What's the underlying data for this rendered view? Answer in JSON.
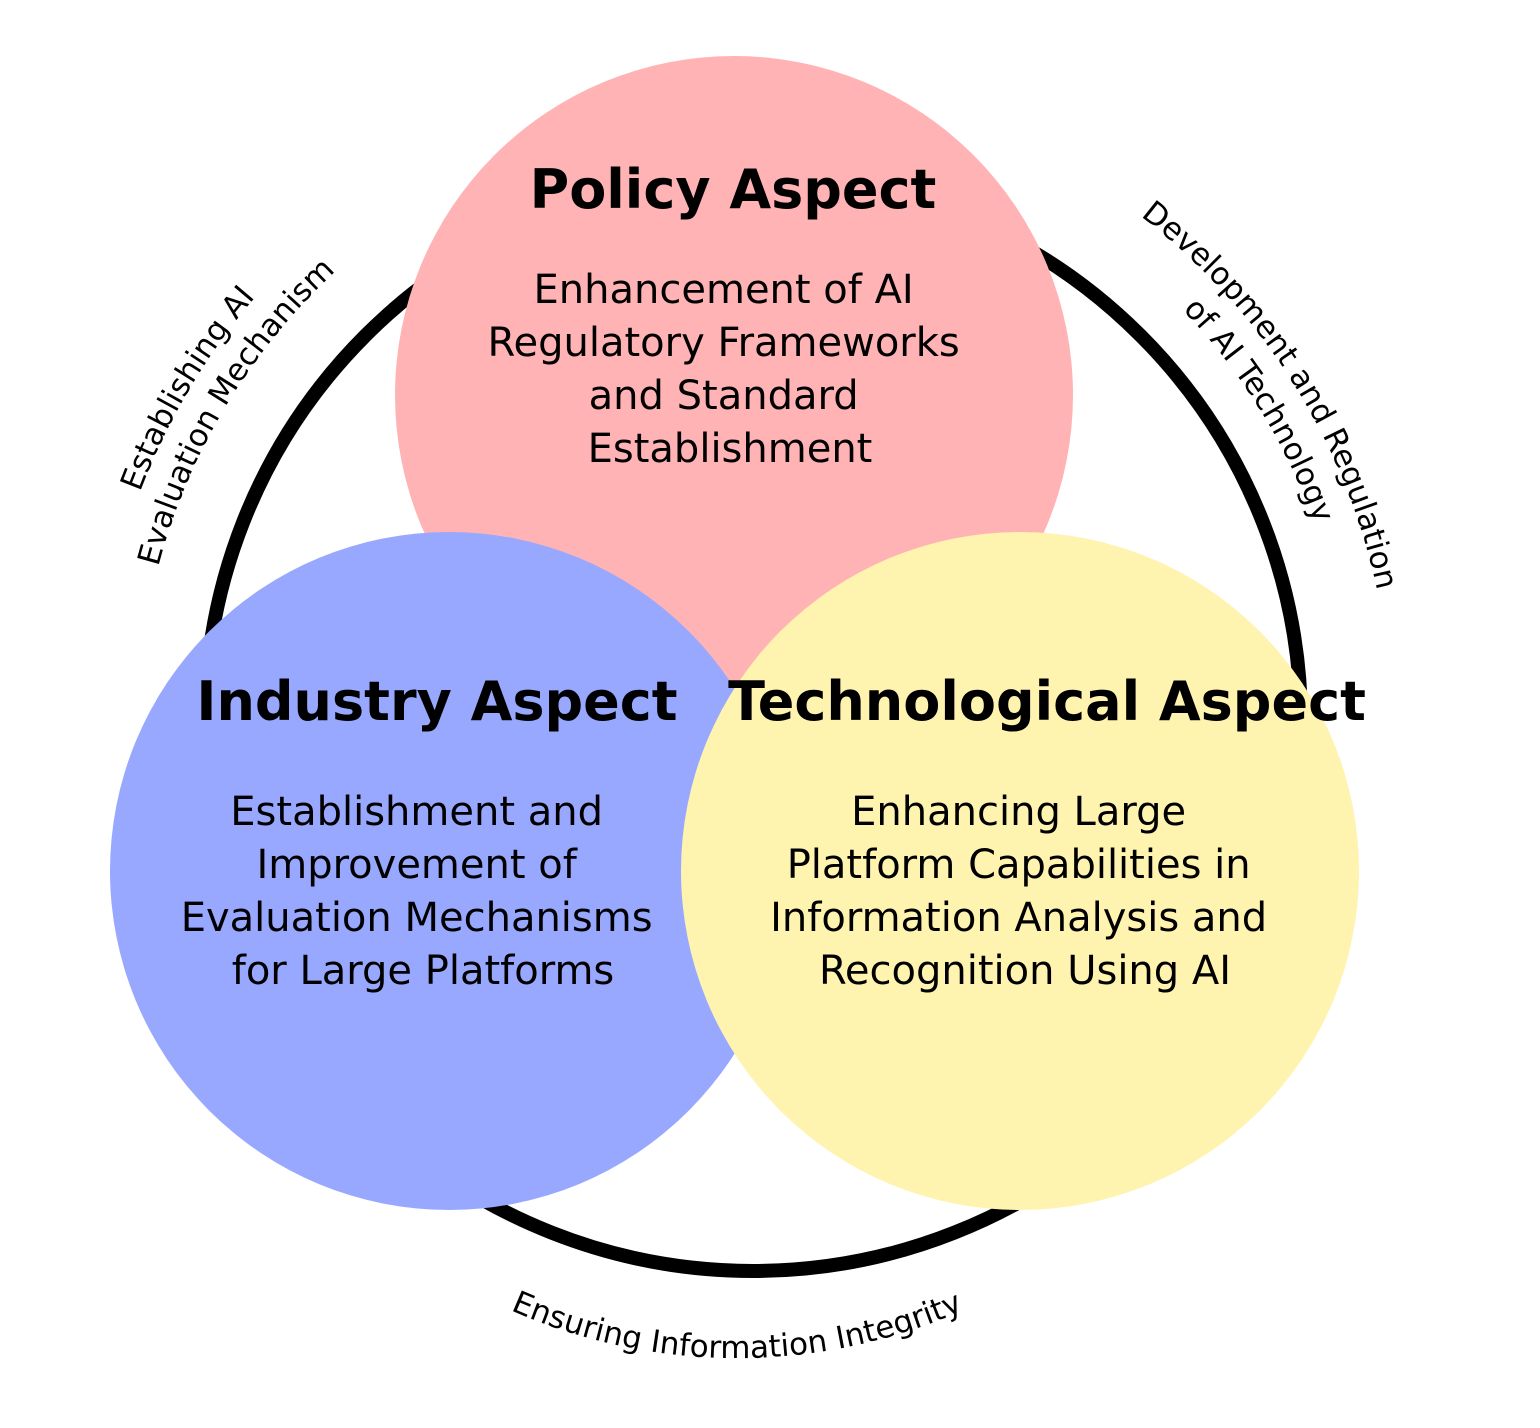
{
  "diagram": {
    "ring": {
      "color": "#000000"
    },
    "circles": [
      {
        "id": "policy",
        "title": "Policy Aspect",
        "color": "#FFB3B5",
        "lines": [
          "Enhancement of AI",
          "Regulatory Frameworks",
          "and Standard",
          "Establishment"
        ]
      },
      {
        "id": "industry",
        "title": "Industry Aspect",
        "color": "#98A8FF",
        "lines": [
          "Establishment and",
          "Improvement of",
          "Evaluation Mechanisms",
          "for Large Platforms"
        ]
      },
      {
        "id": "technological",
        "title": "Technological Aspect",
        "color": "#FFF3B0",
        "lines": [
          "Enhancing Large",
          "Platform Capabilities in",
          "Information Analysis and",
          "Recognition Using AI"
        ]
      }
    ],
    "connectors": {
      "policy_industry": [
        "Establishing AI",
        "Evaluation Mechanism"
      ],
      "policy_technological": [
        "Development and Regulation",
        "of AI Technology"
      ],
      "industry_technological": [
        "Ensuring Information Integrity"
      ]
    }
  }
}
